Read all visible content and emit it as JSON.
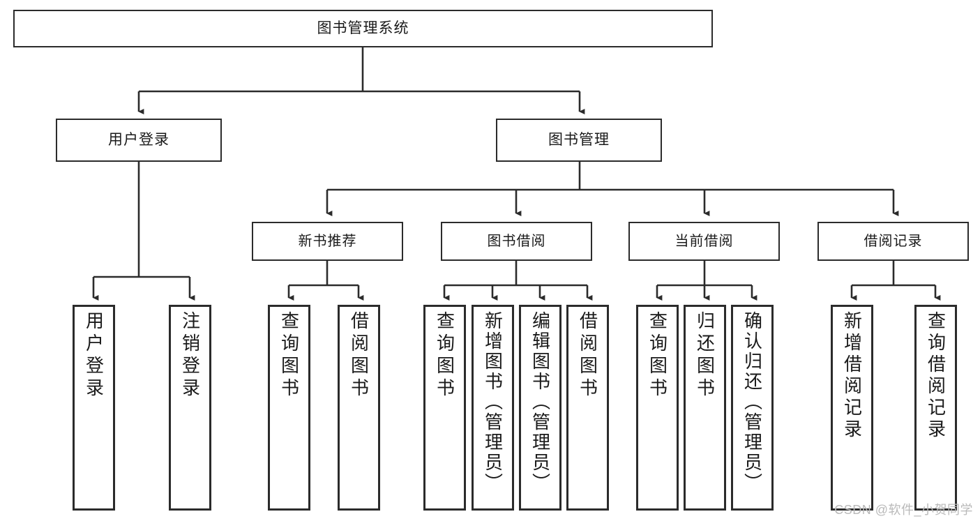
{
  "diagram": {
    "title": "图书管理系统",
    "type": "tree",
    "nodes": {
      "root": {
        "label": "图书管理系统"
      },
      "level2": [
        {
          "id": "user-login",
          "label": "用户登录"
        },
        {
          "id": "book-management",
          "label": "图书管理"
        }
      ],
      "level3": [
        {
          "id": "new-book-recommend",
          "label": "新书推荐"
        },
        {
          "id": "book-borrow",
          "label": "图书借阅"
        },
        {
          "id": "current-borrow",
          "label": "当前借阅"
        },
        {
          "id": "borrow-record",
          "label": "借阅记录"
        }
      ],
      "leaves": [
        {
          "id": "leaf-user-login",
          "label": "用户登录",
          "parent": "user-login"
        },
        {
          "id": "leaf-logout-login",
          "label": "注销登录",
          "parent": "user-login"
        },
        {
          "id": "leaf-query-book-1",
          "label": "查询图书",
          "parent": "new-book-recommend"
        },
        {
          "id": "leaf-borrow-book-1",
          "label": "借阅图书",
          "parent": "new-book-recommend"
        },
        {
          "id": "leaf-query-book-2",
          "label": "查询图书",
          "parent": "book-borrow"
        },
        {
          "id": "leaf-add-book",
          "label": "新增图书（管理员）",
          "parent": "book-borrow"
        },
        {
          "id": "leaf-edit-book",
          "label": "编辑图书（管理员）",
          "parent": "book-borrow"
        },
        {
          "id": "leaf-borrow-book-2",
          "label": "借阅图书",
          "parent": "book-borrow"
        },
        {
          "id": "leaf-query-book-3",
          "label": "查询图书",
          "parent": "current-borrow"
        },
        {
          "id": "leaf-return-book",
          "label": "归还图书",
          "parent": "current-borrow"
        },
        {
          "id": "leaf-confirm-return",
          "label": "确认归还（管理员）",
          "parent": "current-borrow"
        },
        {
          "id": "leaf-add-record",
          "label": "新增借阅记录",
          "parent": "borrow-record"
        },
        {
          "id": "leaf-query-record",
          "label": "查询借阅记录",
          "parent": "borrow-record"
        }
      ]
    },
    "colors": {
      "stroke": "#2b2b2b",
      "fill": "#ffffff",
      "text": "#1a1a1a",
      "watermark": "#b9b9b9"
    }
  },
  "watermark": {
    "text": "CSDN @软件_小贺同学"
  }
}
